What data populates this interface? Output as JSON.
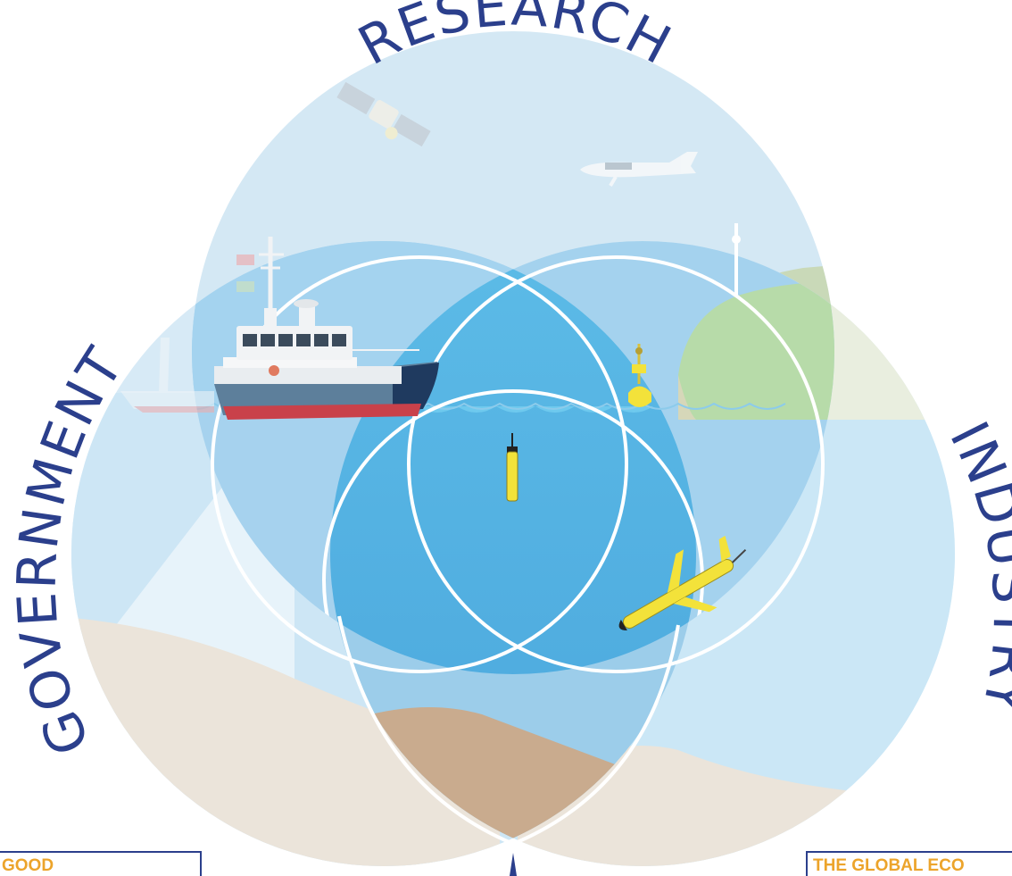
{
  "labels": {
    "research": "RESEARCH",
    "government": "GOVERNMENT",
    "industry": "INDUSTRY"
  },
  "bottom_left_text": "GOOD",
  "bottom_right_text": "THE GLOBAL ECO",
  "colors": {
    "label": "#2b3f8c",
    "accent_text": "#eca42b",
    "circle_outline": "#ffffff",
    "sky": "#d4e8f4",
    "water_light": "#a8d4ee",
    "water_center": "#4fb0e0",
    "seabed": "#eae2d8",
    "seabed_center": "#c9ab8e",
    "land_green": "#b7dba9",
    "instrument_yellow": "#f3e23a",
    "boat_hull": "#5d7f9b"
  },
  "icons": [
    "satellite-icon",
    "airplane-icon",
    "research-vessel-icon",
    "weather-buoy-icon",
    "profiling-float-icon",
    "underwater-glider-icon",
    "radio-tower-icon"
  ]
}
